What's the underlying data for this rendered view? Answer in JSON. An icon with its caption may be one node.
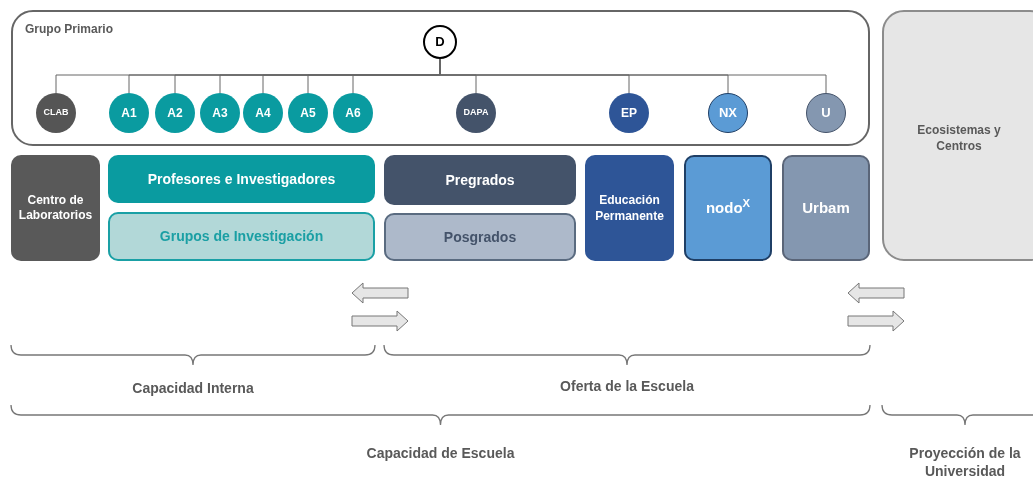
{
  "diagram": {
    "nodes": [
      {
        "text": [
          "Grupo Primario"
        ]
      },
      {
        "text": [
          "D"
        ],
        "in": 0
      },
      {
        "text": [
          "CLAB"
        ],
        "in": 0
      },
      {
        "text": [
          "A1"
        ],
        "in": 0
      },
      {
        "text": [
          "A2"
        ],
        "in": 0
      },
      {
        "text": [
          "A3"
        ],
        "in": 0
      },
      {
        "text": [
          "A4"
        ],
        "in": 0
      },
      {
        "text": [
          "A5"
        ],
        "in": 0
      },
      {
        "text": [
          "A6"
        ],
        "in": 0
      },
      {
        "text": [
          "DAPA"
        ],
        "in": 0
      },
      {
        "text": [
          "EP"
        ],
        "in": 0
      },
      {
        "text": [
          "NX"
        ],
        "in": 0
      },
      {
        "text": [
          "U"
        ],
        "in": 0
      },
      {
        "text": [
          "Centro de Laboratorios"
        ]
      },
      {
        "text": [
          "Profesores e Investigadores"
        ]
      },
      {
        "text": [
          "Grupos de Investigación"
        ]
      },
      {
        "text": [
          "Pregrados"
        ]
      },
      {
        "text": [
          "Posgrados"
        ]
      },
      {
        "text": [
          "Educación Permanente"
        ]
      },
      {
        "text": [
          "nodo$^{X}$"
        ]
      },
      {
        "text": [
          "Urbam"
        ]
      },
      {
        "text": [
          "Ecosistemas y Centros"
        ]
      }
    ],
    "edges": [
      {
        "from": 1,
        "to": 2,
        "arrow": "none"
      },
      {
        "from": 1,
        "to": 3,
        "arrow": "none"
      },
      {
        "from": 1,
        "to": 4,
        "arrow": "none"
      },
      {
        "from": 1,
        "to": 5,
        "arrow": "none"
      },
      {
        "from": 1,
        "to": 6,
        "arrow": "none"
      },
      {
        "from": 1,
        "to": 7,
        "arrow": "none"
      },
      {
        "from": 1,
        "to": 8,
        "arrow": "none"
      },
      {
        "from": 1,
        "to": 9,
        "arrow": "none"
      },
      {
        "from": 1,
        "to": 10,
        "arrow": "none"
      },
      {
        "from": 1,
        "to": 11,
        "arrow": "none"
      },
      {
        "from": 1,
        "to": 12,
        "arrow": "none"
      }
    ],
    "labels": [
      "Capacidad Interna",
      "Oferta de la Escuela",
      "Capacidad de Escuela",
      "Proyección de la Universidad"
    ]
  }
}
